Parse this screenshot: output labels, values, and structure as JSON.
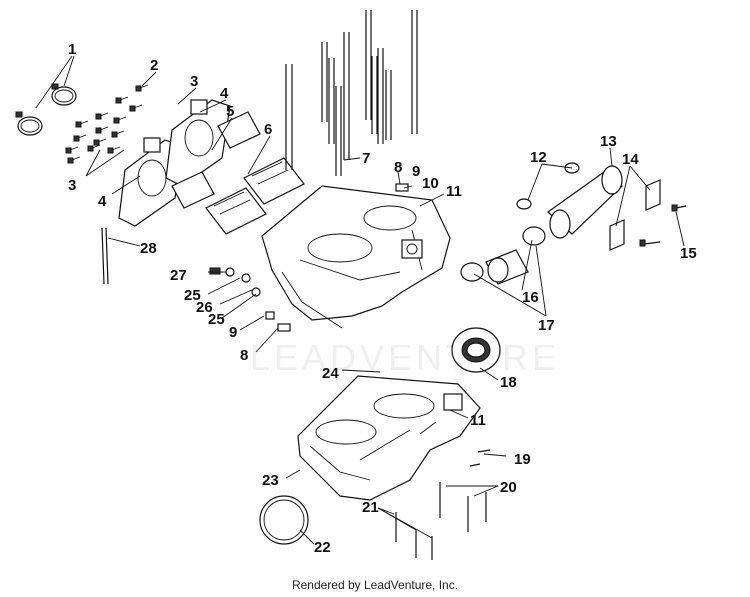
{
  "diagram": {
    "callouts": [
      "1",
      "2",
      "3",
      "3",
      "4",
      "4",
      "5",
      "6",
      "7",
      "8",
      "9",
      "10",
      "11",
      "12",
      "13",
      "14",
      "15",
      "16",
      "17",
      "18",
      "11",
      "19",
      "20",
      "21",
      "22",
      "23",
      "24",
      "25",
      "25",
      "26",
      "27",
      "28",
      "9",
      "8"
    ],
    "watermark": "LEADVENTURE"
  },
  "footer": {
    "text": "Rendered by LeadVenture, Inc."
  }
}
